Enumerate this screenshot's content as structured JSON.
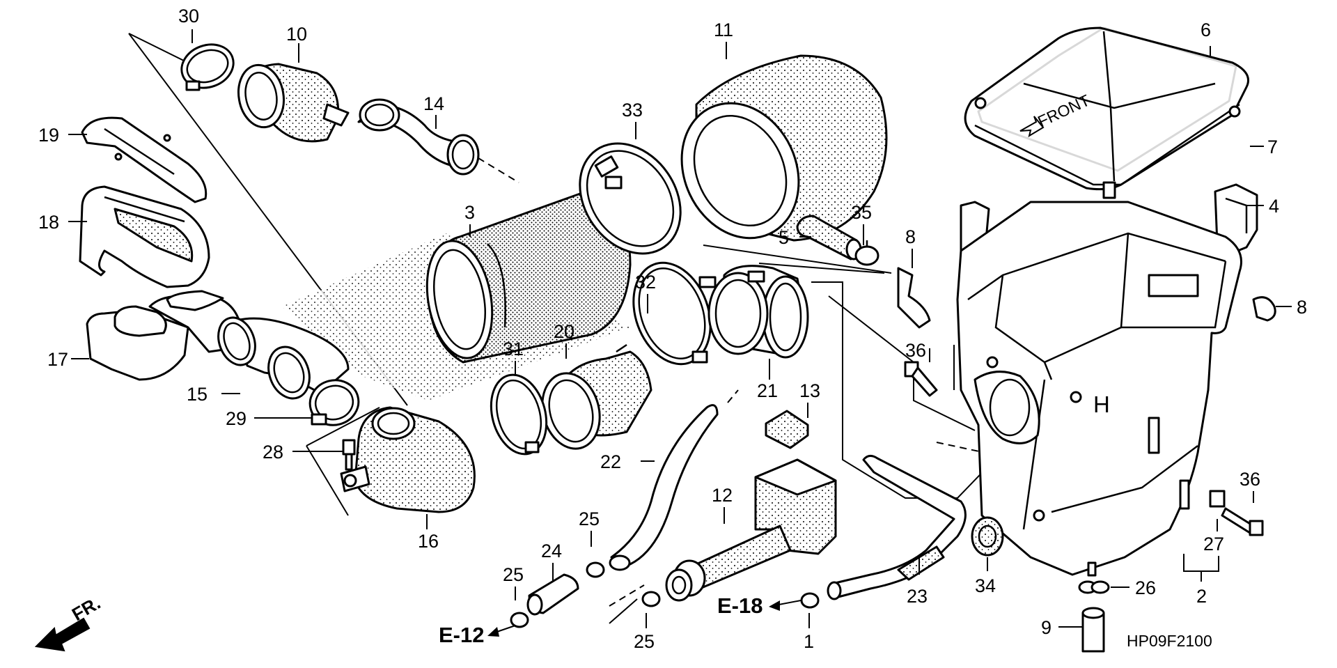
{
  "diagram": {
    "figure_code": "HP09F2100",
    "direction_label": "FR.",
    "references": {
      "e12": "E-12",
      "e18": "E-18"
    },
    "callouts": {
      "c1": "1",
      "c2": "2",
      "c3": "3",
      "c4": "4",
      "c5": "5",
      "c6": "6",
      "c7": "7",
      "c8a": "8",
      "c8b": "8",
      "c9": "9",
      "c10": "10",
      "c11": "11",
      "c12": "12",
      "c13": "13",
      "c14": "14",
      "c15": "15",
      "c16": "16",
      "c17": "17",
      "c18": "18",
      "c19": "19",
      "c20": "20",
      "c21": "21",
      "c22": "22",
      "c23": "23",
      "c24": "24",
      "c25a": "25",
      "c25b": "25",
      "c25c": "25",
      "c26": "26",
      "c27": "27",
      "c28": "28",
      "c29": "29",
      "c30": "30",
      "c31": "31",
      "c32": "32",
      "c33": "33",
      "c34": "34",
      "c35": "35",
      "c36a": "36",
      "c36b": "36"
    },
    "embossed_text": {
      "cover_arrow": "FRONT",
      "case_mark": "H"
    }
  }
}
